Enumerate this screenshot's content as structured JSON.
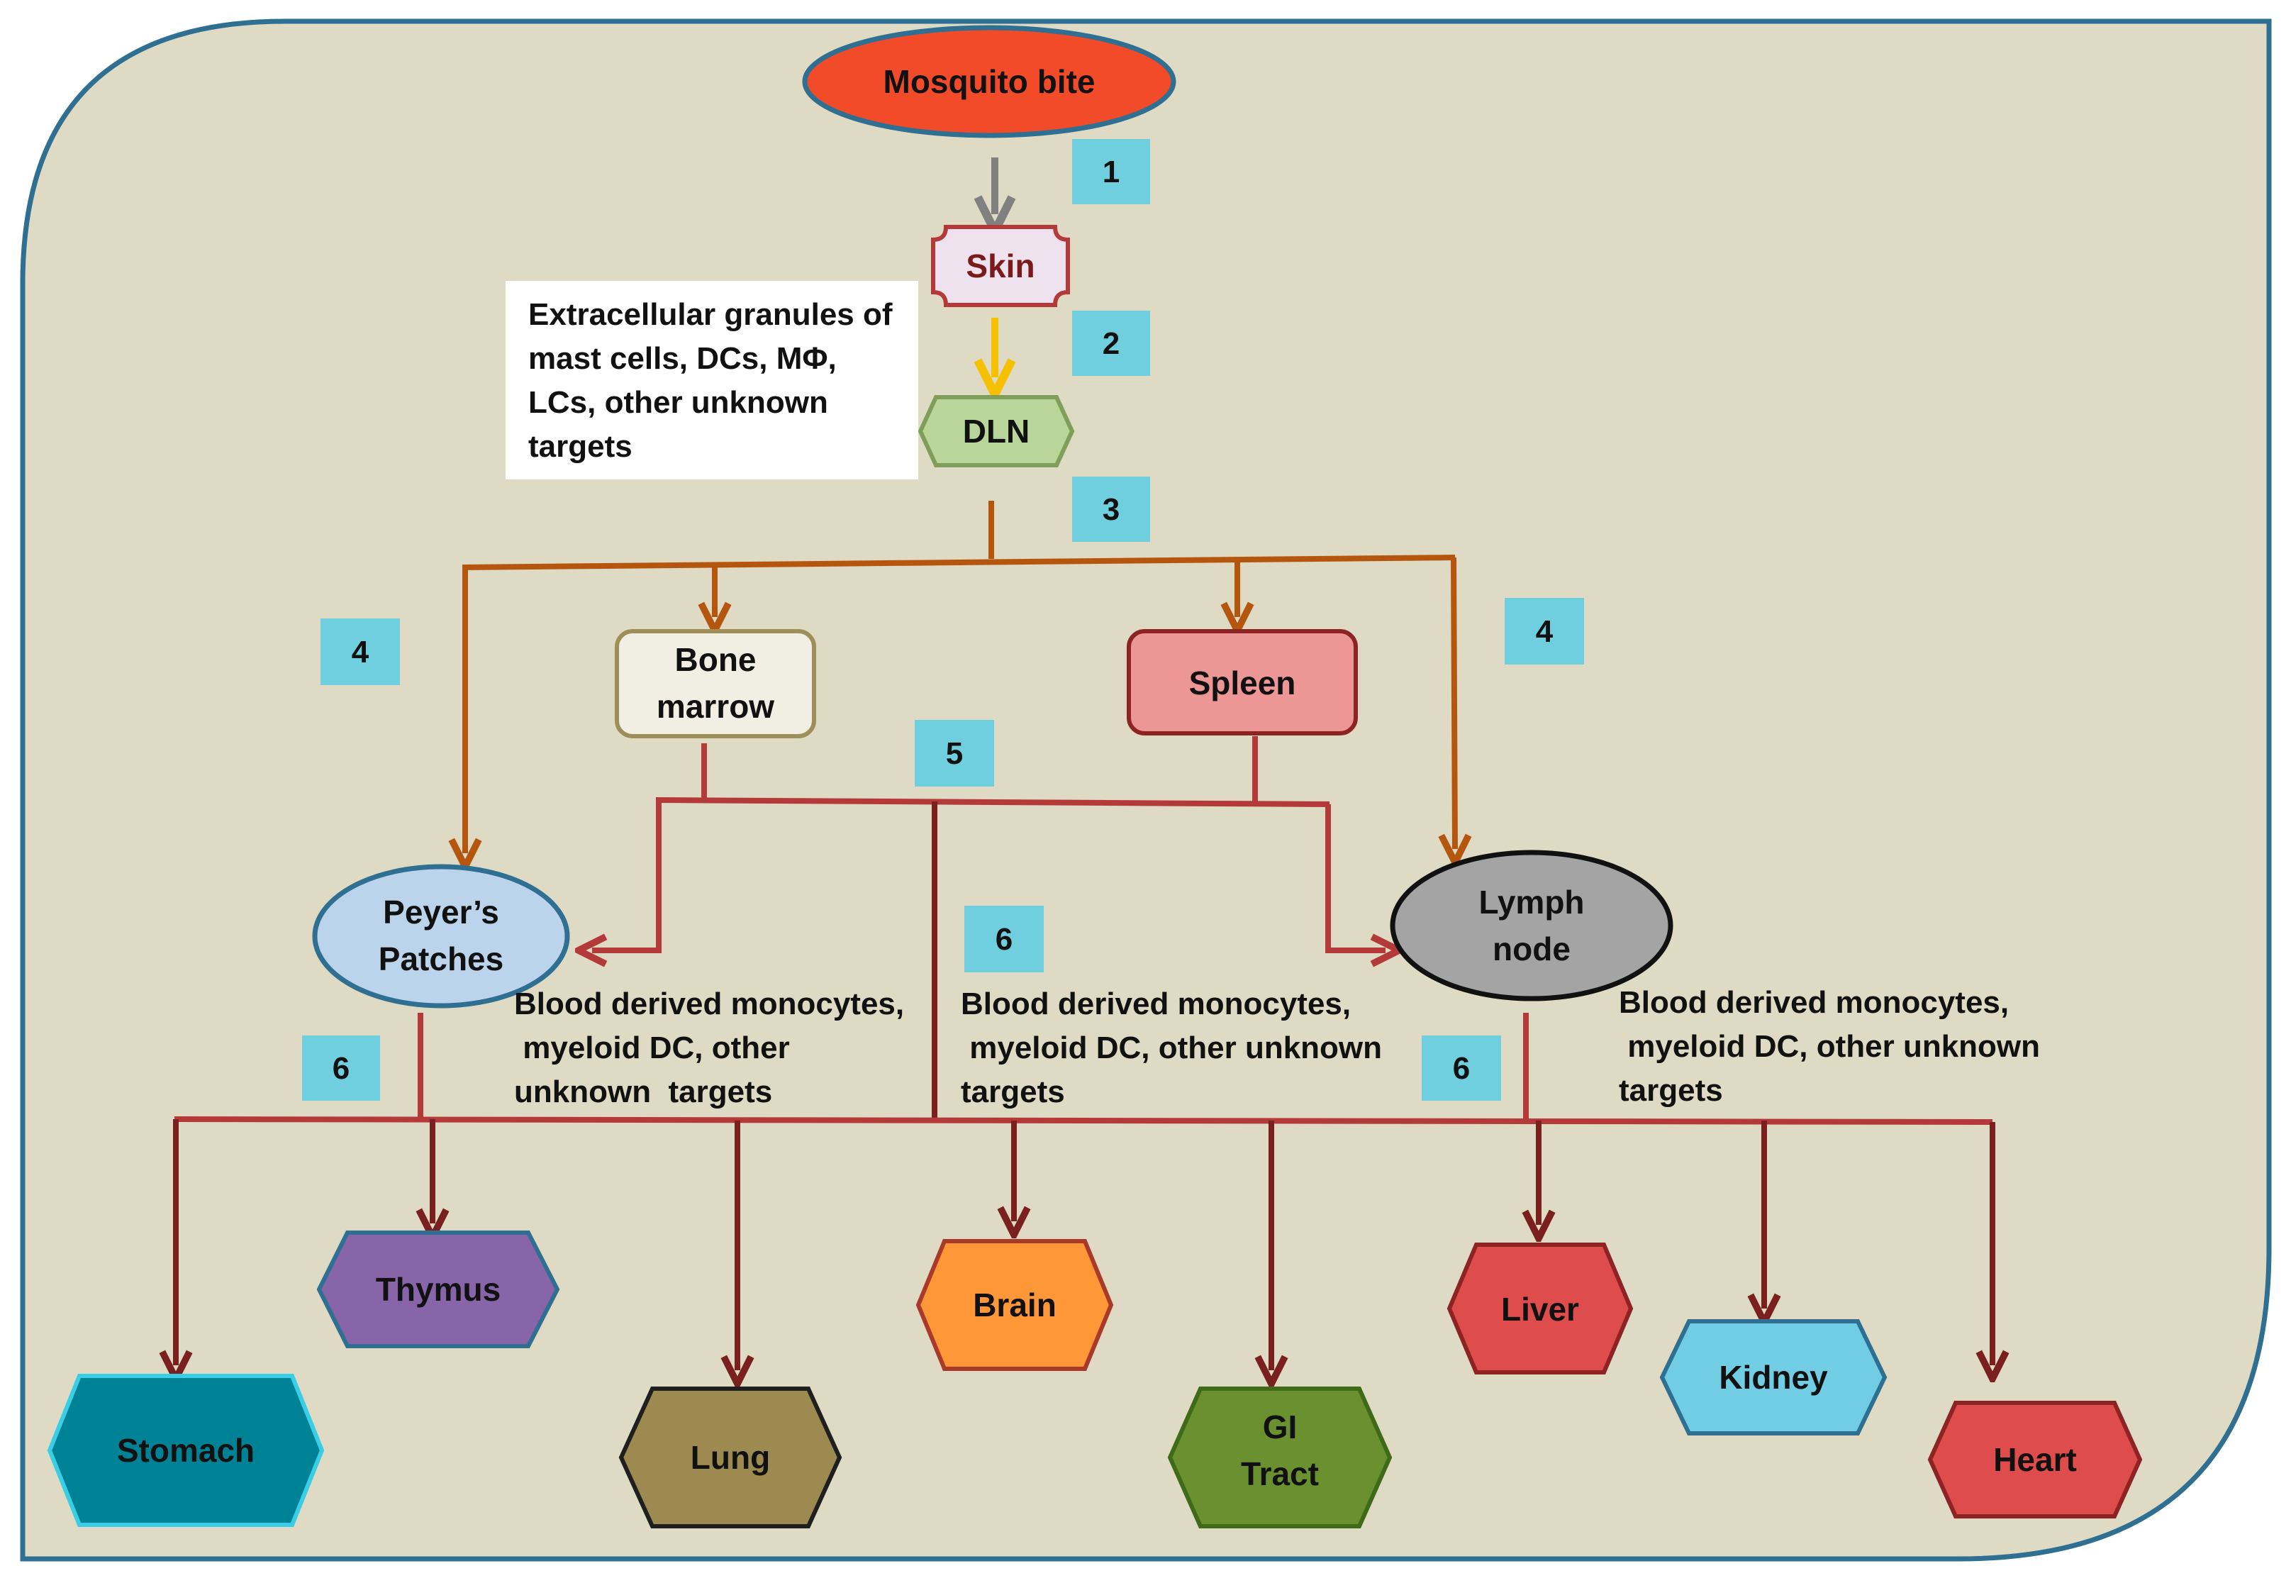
{
  "colors": {
    "background": "#DEDAC3",
    "frame": "#2E6F92",
    "badge": "#6FCFDE",
    "arrow_gray": "#808080",
    "arrow_yellow": "#F5C000",
    "arrow_orange": "#B5560F",
    "arrow_red": "#B43A3A",
    "arrow_dark": "#7A2020"
  },
  "nodes": {
    "mosquito_bite": "Mosquito bite",
    "skin": "Skin",
    "dln": "DLN",
    "bone_marrow": [
      "Bone",
      "marrow"
    ],
    "spleen": "Spleen",
    "peyers_patches": [
      "Peyer’s",
      "Patches"
    ],
    "lymph_node": [
      "Lymph",
      "node"
    ]
  },
  "organs": {
    "stomach": "Stomach",
    "thymus": "Thymus",
    "lung": "Lung",
    "brain": "Brain",
    "gi_tract": [
      "GI",
      "Tract"
    ],
    "liver": "Liver",
    "kidney": "Kidney",
    "heart": "Heart"
  },
  "steps": {
    "step1": "1",
    "step2": "2",
    "step3": "3",
    "step4_left": "4",
    "step4_right": "4",
    "step5": "5",
    "step6_left": "6",
    "step6_center": "6",
    "step6_right": "6"
  },
  "notes": {
    "skin_targets": [
      "Extracellular granules of",
      "mast cells, DCs, MΦ,",
      "LCs, other unknown",
      "targets"
    ],
    "targets_left": [
      "Blood derived monocytes,",
      " myeloid DC, other",
      "unknown  targets"
    ],
    "targets_center": [
      "Blood derived monocytes,",
      " myeloid DC, other unknown",
      "targets"
    ],
    "targets_right": [
      "Blood derived monocytes,",
      " myeloid DC, other unknown",
      "targets"
    ]
  }
}
